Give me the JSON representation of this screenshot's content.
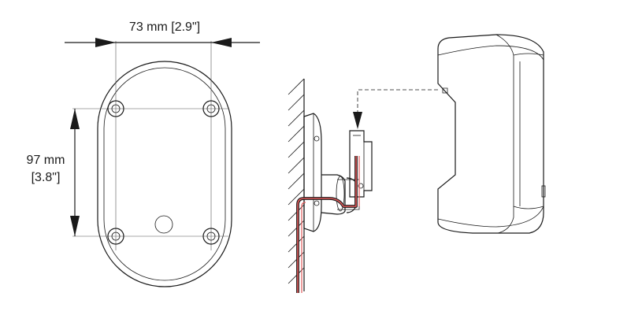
{
  "dimensions": {
    "width_label": "73 mm [2.9\"]",
    "height_label_mm": "97 mm",
    "height_label_in": "[3.8\"]"
  },
  "colors": {
    "line": "#1a1a1a",
    "cable": "#e05a5a",
    "background": "#ffffff"
  }
}
